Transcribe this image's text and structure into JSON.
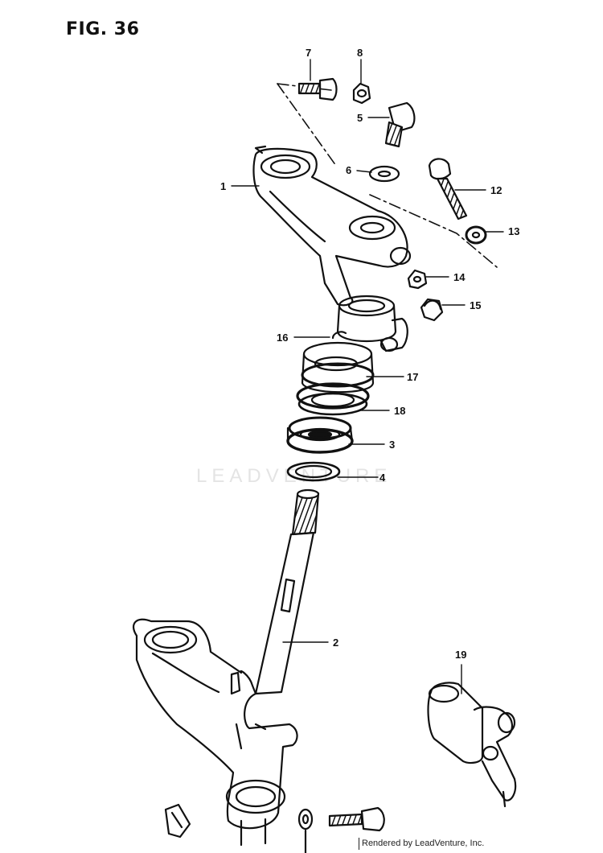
{
  "figure": {
    "title": "FIG. 36"
  },
  "watermark": "LEADVENTURE",
  "footer": "Rendered by LeadVenture, Inc.",
  "callouts": [
    "1",
    "2",
    "3",
    "4",
    "5",
    "6",
    "7",
    "8",
    "12",
    "13",
    "14",
    "15",
    "16",
    "17",
    "18",
    "19"
  ]
}
